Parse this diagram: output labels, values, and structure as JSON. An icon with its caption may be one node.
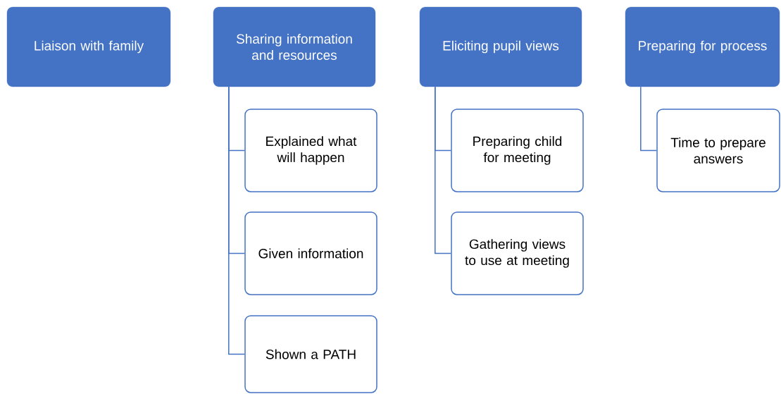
{
  "diagram": {
    "nodes": [
      {
        "text": [
          "Liaison with family"
        ]
      },
      {
        "text": [
          "Sharing information and resources"
        ]
      },
      {
        "text": [
          "Eliciting pupil views"
        ]
      },
      {
        "text": [
          "Preparing for process"
        ]
      },
      {
        "text": [
          "Explained what will happen"
        ]
      },
      {
        "text": [
          "Given information"
        ]
      },
      {
        "text": [
          "Shown a PATH"
        ]
      },
      {
        "text": [
          "Preparing child for meeting"
        ]
      },
      {
        "text": [
          "Gathering views to use at meeting"
        ]
      },
      {
        "text": [
          "Time to prepare answers"
        ]
      }
    ],
    "edges": [
      {
        "from": 1,
        "to": 4,
        "arrow": "none"
      },
      {
        "from": 1,
        "to": 5,
        "arrow": "none"
      },
      {
        "from": 1,
        "to": 6,
        "arrow": "none"
      },
      {
        "from": 2,
        "to": 7,
        "arrow": "none"
      },
      {
        "from": 2,
        "to": 8,
        "arrow": "none"
      },
      {
        "from": 3,
        "to": 9,
        "arrow": "none"
      }
    ]
  }
}
